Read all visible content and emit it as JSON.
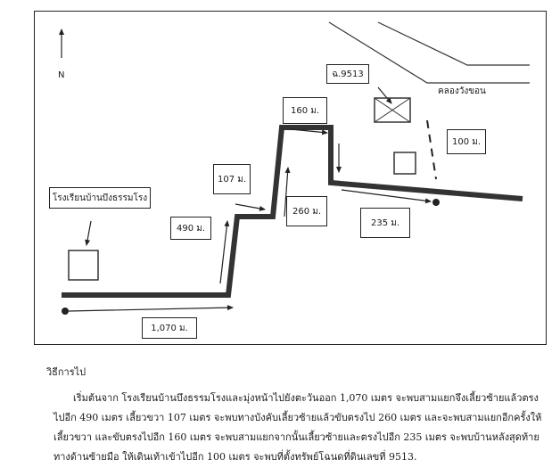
{
  "map": {
    "north_label": "N",
    "school_label": "โรงเรียนบ้านบึงธรรมโรง",
    "parcel_label": "ฉ.9513",
    "canal_label": "คลองวังขอน",
    "distances": {
      "d1": "1,070 ม.",
      "d2": "490 ม.",
      "d3": "107 ม.",
      "d4": "260 ม.",
      "d5": "160 ม.",
      "d6": "235 ม.",
      "d7": "100 ม."
    }
  },
  "directions": {
    "heading": "วิธีการไป",
    "body": "เริ่มต้นจาก โรงเรียนบ้านบึงธรรมโรงและมุ่งหน้าไปยังตะวันออก 1,070 เมตร จะพบสามแยกจึงเลี้ยวซ้ายแล้วตรงไปอีก 490 เมตร เลี้ยวขวา 107 เมตร จะพบทางบังคับเลี้ยวซ้ายแล้วขับตรงไป 260 เมตร และจะพบสามแยกอีกครั้งให้เลี้ยวขวา และขับตรงไปอีก 160 เมตร จะพบสามแยกจากนั้นเลี้ยวซ้ายและตรงไปอีก 235 เมตร จะพบบ้านหลังสุดท้ายทางด้านซ้ายมือ ให้เดินเท้าเข้าไปอีก 100 เมตร จะพบที่ตั้งทรัพย์โฉนดที่ดินเลขที่ 9513."
  }
}
